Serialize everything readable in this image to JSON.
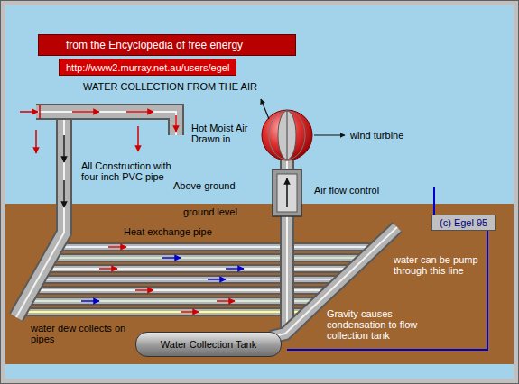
{
  "diagram": {
    "title": "WATER COLLECTION FROM THE AIR",
    "nodes": [
      {
        "text": [
          "from the Encyclopedia of free energy"
        ]
      },
      {
        "text": [
          "http://www2.murray.net.au/users/egel"
        ]
      },
      {
        "text": [
          "(c) Egel 95"
        ]
      },
      {
        "text": [
          "Water Collection Tank"
        ]
      }
    ],
    "labels": [
      "Hot Moist Air Drawn in",
      "wind turbine",
      "Above ground",
      "Air flow control",
      "ground level",
      "All Construction with four inch PVC pipe",
      "Heat exchange pipe",
      "water can be pump through this line",
      "Gravity causes condensation to flow collection tank",
      "water dew collects on pipes"
    ]
  }
}
